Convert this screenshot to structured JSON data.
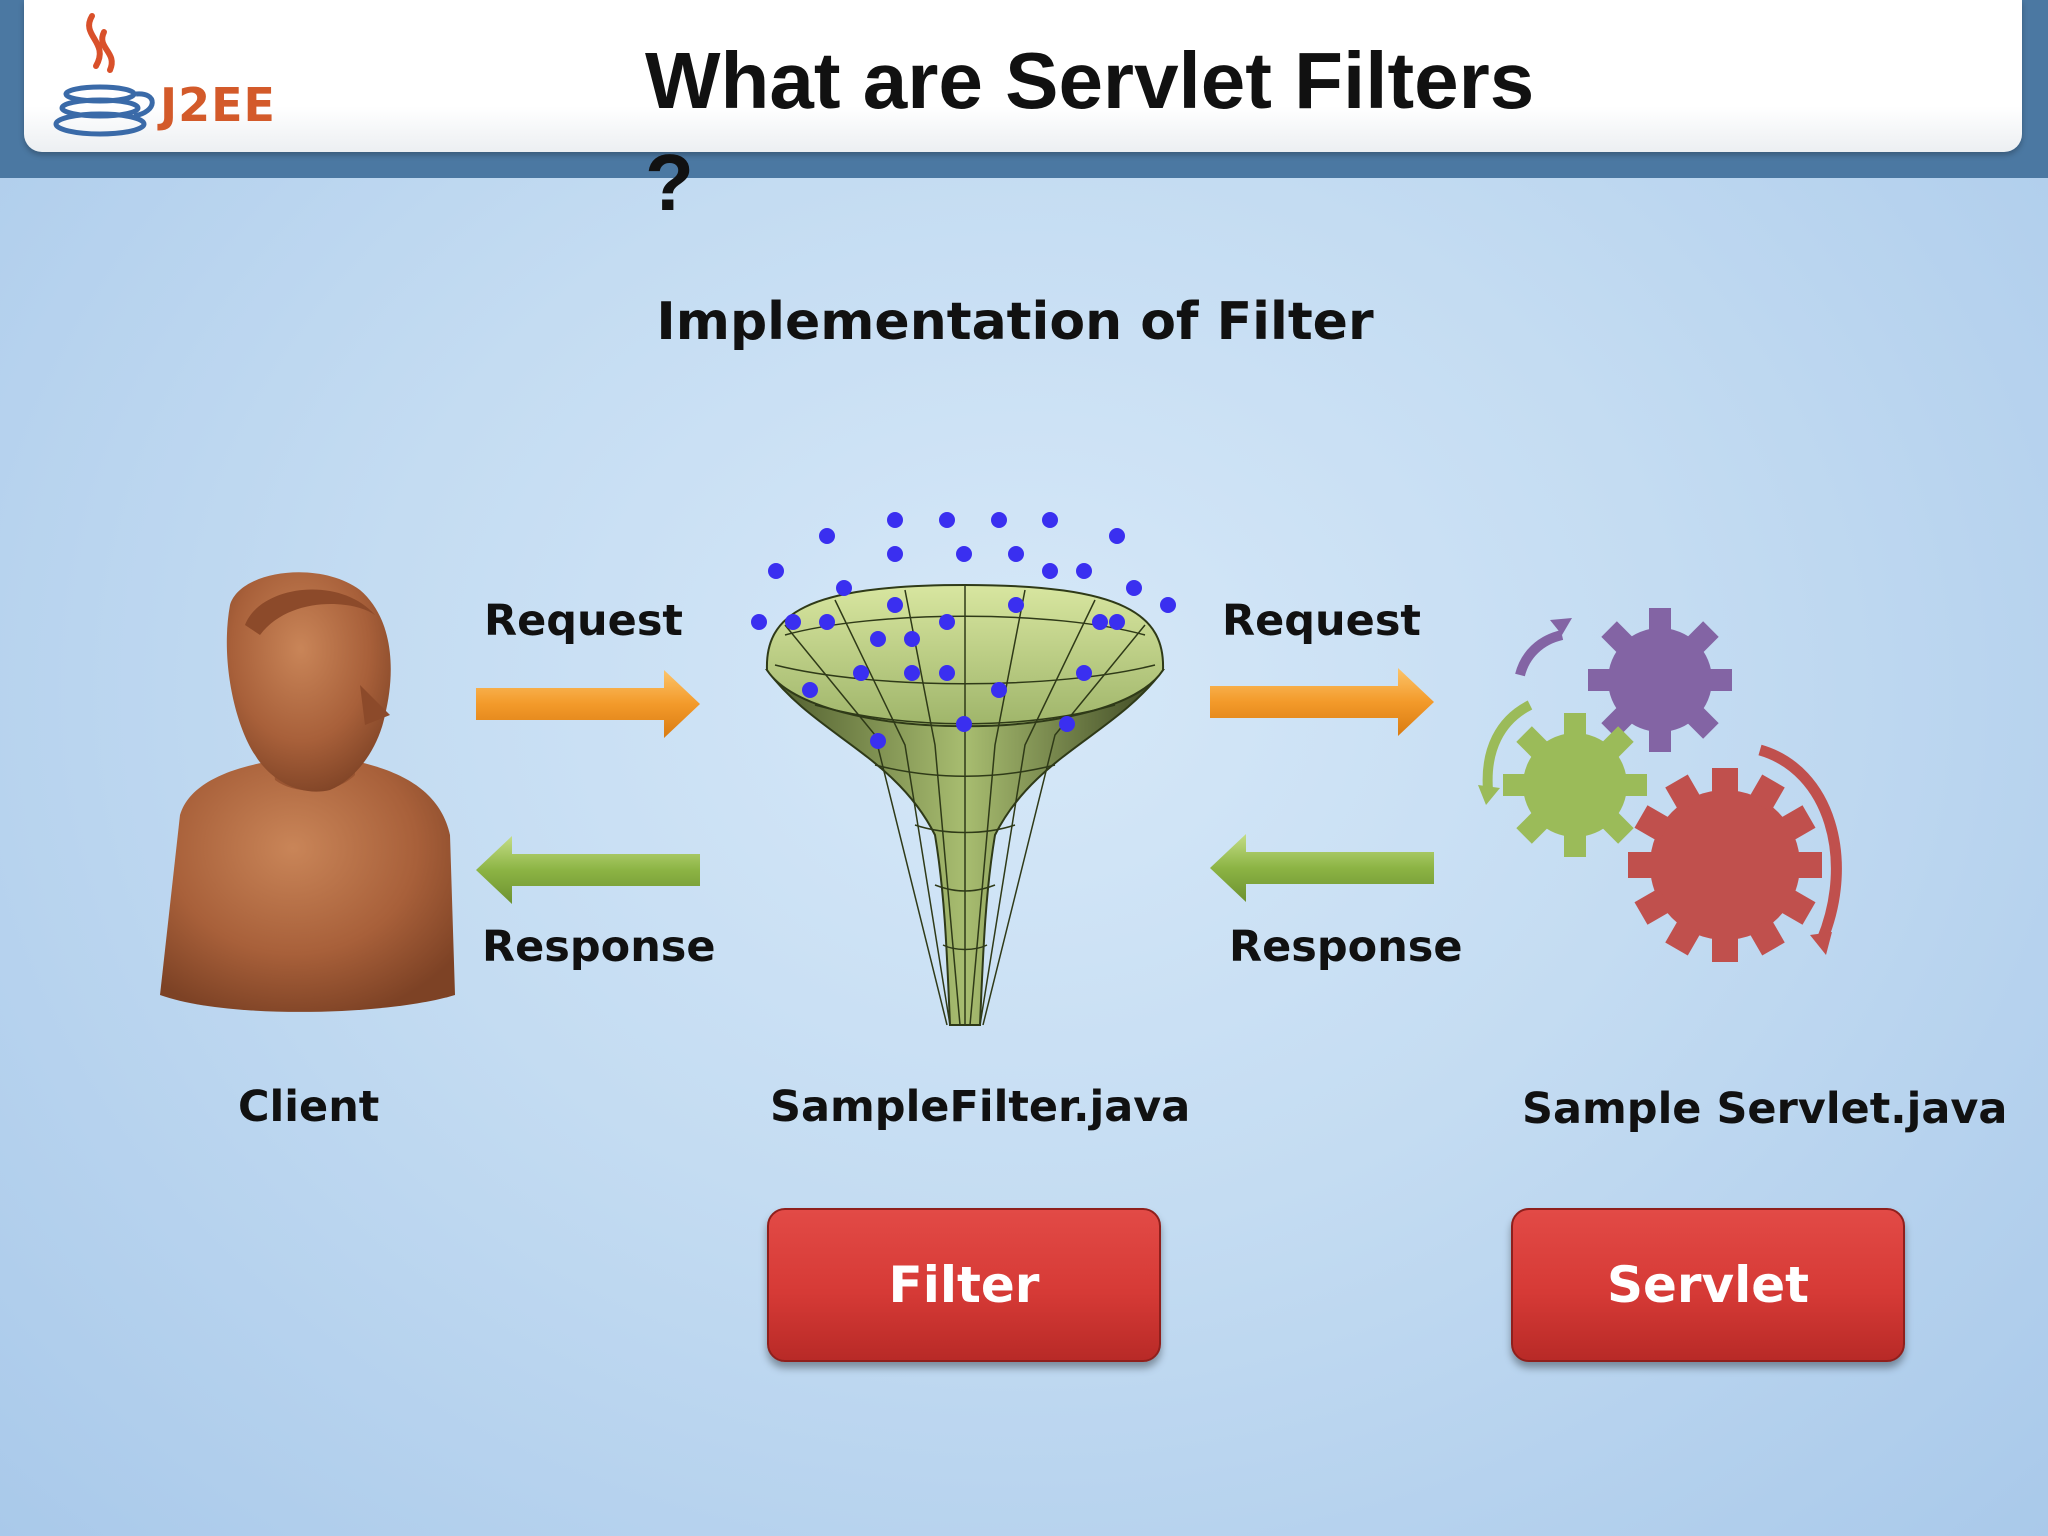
{
  "header": {
    "logo_text": "J2EE",
    "title": "What are Servlet Filters ?"
  },
  "diagram": {
    "subtitle": "Implementation of Filter",
    "left_request_label": "Request",
    "left_response_label": "Response",
    "right_request_label": "Request",
    "right_response_label": "Response",
    "client_label": "Client",
    "filter_label": "SampleFilter.java",
    "servlet_label": "Sample Servlet.java"
  },
  "buttons": {
    "filter_label": "Filter",
    "servlet_label": "Servlet"
  },
  "colors": {
    "request_arrow": "#f39a2a",
    "response_arrow": "#8cb444",
    "button": "#d63a36",
    "dots": "#3a2ff0",
    "gear_purple": "#8364a4",
    "gear_green": "#9bbb59",
    "gear_red": "#c0504d"
  }
}
